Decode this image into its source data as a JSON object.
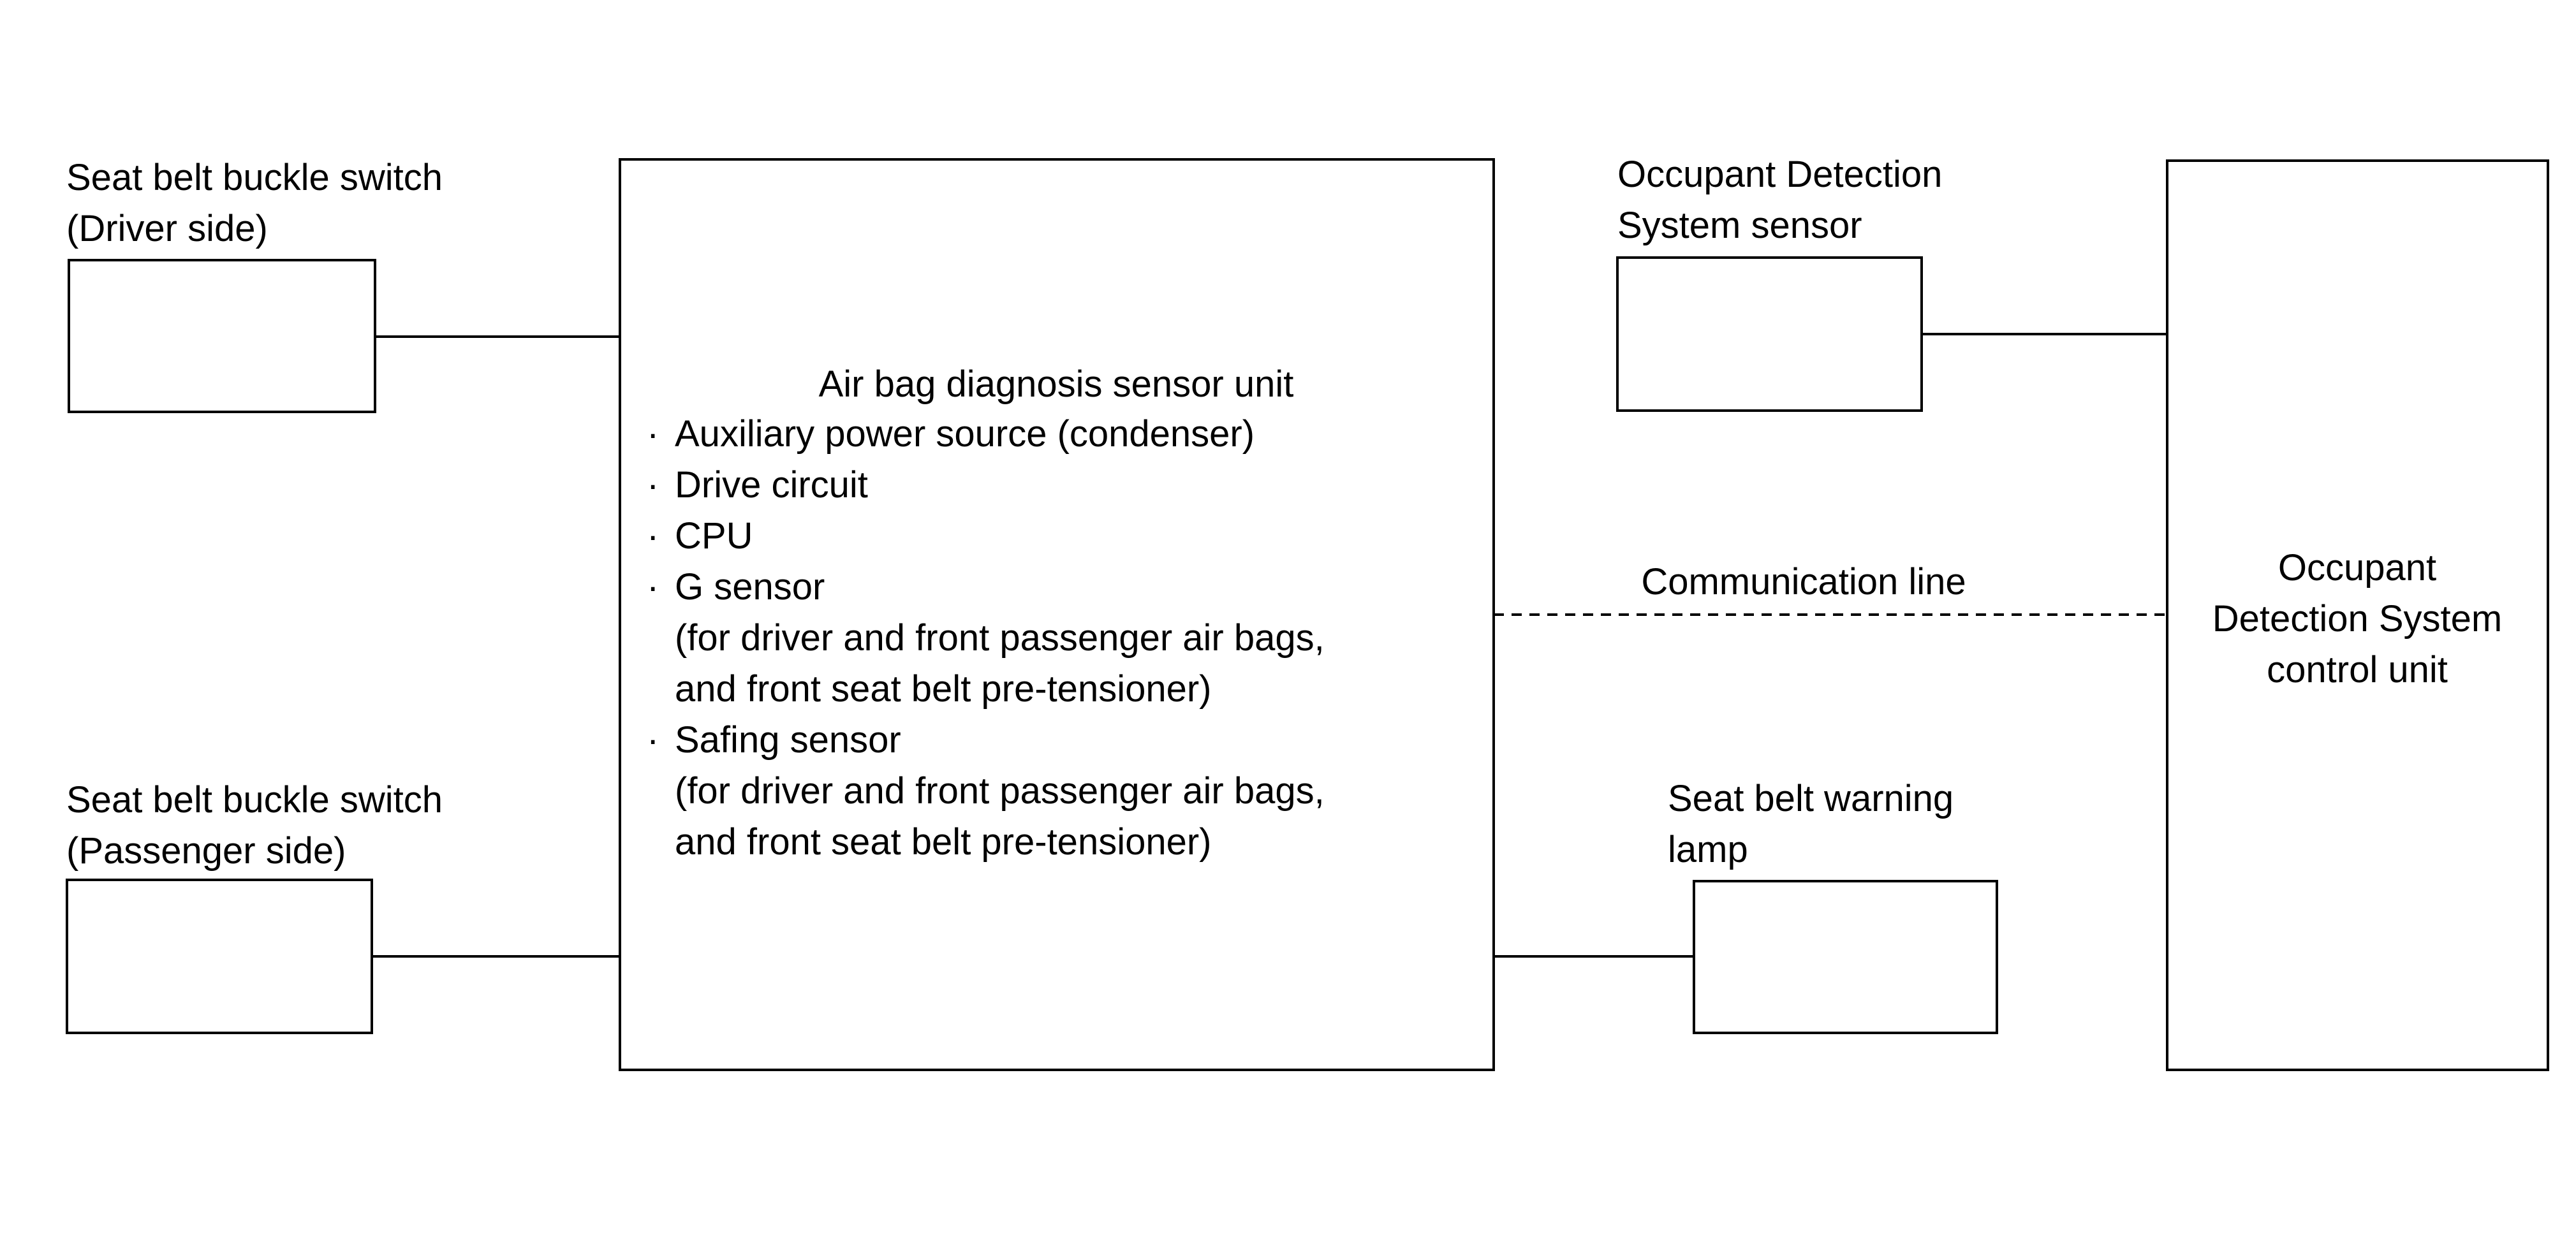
{
  "driver_buckle_switch": {
    "label_line1": "Seat belt buckle switch",
    "label_line2": "(Driver side)"
  },
  "passenger_buckle_switch": {
    "label_line1": "Seat belt buckle switch",
    "label_line2": "(Passenger side)"
  },
  "air_bag_unit": {
    "title": "Air bag diagnosis sensor unit",
    "bullet_glyph": "·",
    "items": [
      {
        "text": "Auxiliary power source (condenser)"
      },
      {
        "text": "Drive circuit"
      },
      {
        "text": "CPU"
      },
      {
        "text": "G sensor"
      },
      {
        "text": "(for driver and front passenger air bags,"
      },
      {
        "text": "and front seat belt pre-tensioner)"
      },
      {
        "text": "Safing sensor"
      },
      {
        "text": "(for driver and front passenger air bags,"
      },
      {
        "text": "and front seat belt pre-tensioner)"
      }
    ]
  },
  "ods_sensor": {
    "label_line1": "Occupant Detection",
    "label_line2": "System sensor"
  },
  "communication_line": {
    "label": "Communication line"
  },
  "warning_lamp": {
    "label_line1": "Seat belt warning",
    "label_line2": "lamp"
  },
  "ods_control_unit": {
    "label_line1": "Occupant",
    "label_line2": "Detection System",
    "label_line3": "control unit"
  }
}
